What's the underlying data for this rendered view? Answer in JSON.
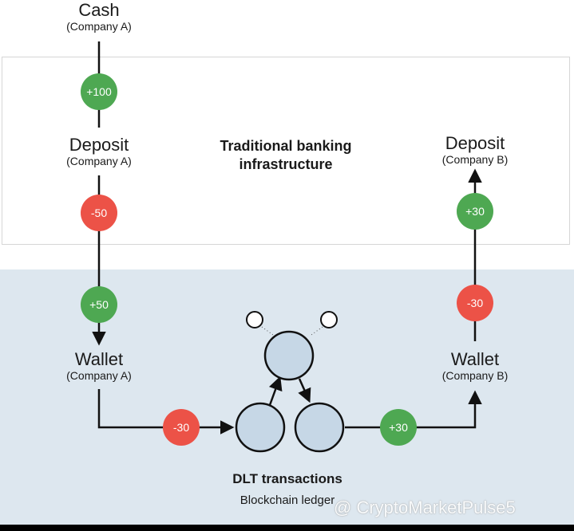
{
  "nodes": {
    "cash_a": {
      "main": "Cash",
      "sub": "(Company A)"
    },
    "deposit_a": {
      "main": "Deposit",
      "sub": "(Company A)"
    },
    "deposit_b": {
      "main": "Deposit",
      "sub": "(Company B)"
    },
    "wallet_a": {
      "main": "Wallet",
      "sub": "(Company A)"
    },
    "wallet_b": {
      "main": "Wallet",
      "sub": "(Company B)"
    }
  },
  "sections": {
    "bank_title": "Traditional banking infrastructure",
    "dlt_title": "DLT transactions",
    "dlt_subtitle": "Blockchain ledger"
  },
  "badges": {
    "cash_to_deposit_a": "+100",
    "deposit_a_debit": "-50",
    "wallet_a_credit": "+50",
    "wallet_a_debit": "-30",
    "wallet_b_credit": "+30",
    "wallet_b_debit": "-30",
    "deposit_b_credit": "+30"
  },
  "watermark": "@ CryptoMarketPulse5",
  "colors": {
    "positive": "#4ea852",
    "negative": "#ec5247",
    "line": "#111111",
    "node_fill": "#c6d7e6",
    "dlt_background": "#dde7ef"
  }
}
